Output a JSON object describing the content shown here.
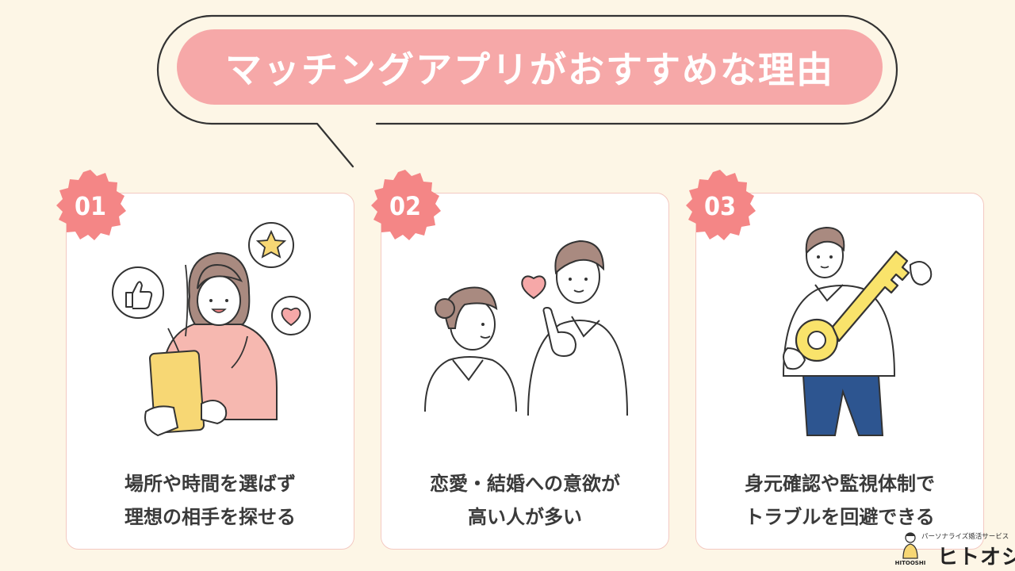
{
  "title": "マッチングアプリがおすすめな理由",
  "cards": [
    {
      "number": "01",
      "lines": [
        "場所や時間を選ばず",
        "理想の相手を探せる"
      ]
    },
    {
      "number": "02",
      "lines": [
        "恋愛・結婚への意欲が",
        "高い人が多い"
      ]
    },
    {
      "number": "03",
      "lines": [
        "身元確認や監視体制で",
        "トラブルを回避できる"
      ]
    }
  ],
  "brand": {
    "tagline": "パーソナライズ婚活サービス",
    "name": "ヒトオシ",
    "logo_text": "HITOOSHI"
  },
  "colors": {
    "background": "#fdf6e6",
    "accent_pink": "#f6a8a8",
    "badge_pink": "#f48686",
    "card_border": "#f3c9c2",
    "phone_yellow": "#f7d774",
    "key_yellow": "#f9e36b",
    "pants_blue": "#2d5590"
  }
}
